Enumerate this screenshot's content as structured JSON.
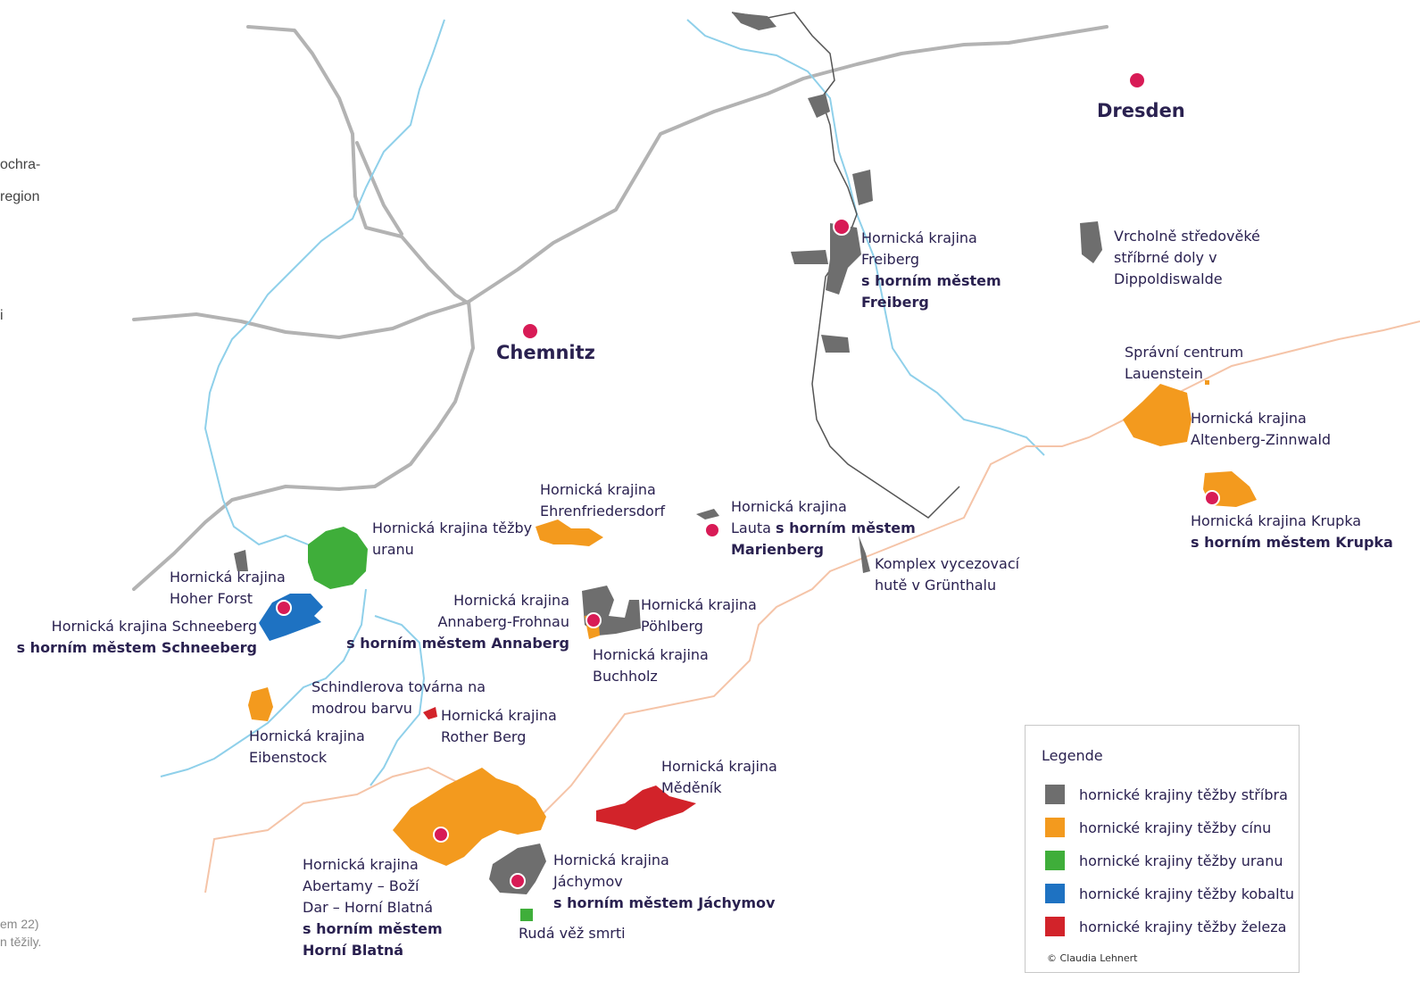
{
  "side_text": [
    "ochra-",
    "region",
    "i"
  ],
  "footer": [
    "em 22)",
    "n těžily."
  ],
  "cities": {
    "dresden": "Dresden",
    "chemnitz": "Chemnitz"
  },
  "labels": {
    "freiberg": [
      "Hornická krajina",
      "Freiberg",
      "s horním městem",
      "Freiberg"
    ],
    "dippoldiswalde": [
      "Vrcholně středověké",
      "stříbrné doly v",
      "Dippoldiswalde"
    ],
    "lauenstein": [
      "Správní centrum",
      "Lauenstein"
    ],
    "altenberg": [
      "Hornická krajina",
      "Altenberg-Zinnwald"
    ],
    "krupka": [
      "Hornická krajina Krupka",
      "s horním městem Krupka"
    ],
    "ehrenfriedersdorf": [
      "Hornická krajina",
      "Ehrenfriedersdorf"
    ],
    "lauta": [
      "Hornická krajina",
      "Lauta ",
      "s horním městem",
      "Marienberg"
    ],
    "gruenthal": [
      "Komplex vycezovací",
      "hutě v Grünthalu"
    ],
    "uran": [
      "Hornická krajina těžby",
      "uranu"
    ],
    "hoher_forst": [
      "Hornická krajina",
      "Hoher Forst"
    ],
    "schneeberg": [
      "Hornická krajina Schneeberg",
      "s horním městem Schneeberg"
    ],
    "annaberg": [
      "Hornická krajina",
      "Annaberg-Frohnau",
      "s horním městem Annaberg"
    ],
    "poehlberg": [
      "Hornická krajina",
      "Pöhlberg"
    ],
    "buchholz": [
      "Hornická krajina",
      "Buchholz"
    ],
    "schindler": [
      "Schindlerova továrna na",
      "modrou barvu"
    ],
    "rother_berg": [
      "Hornická krajina",
      "Rother Berg"
    ],
    "eibenstock": [
      "Hornická krajina",
      "Eibenstock"
    ],
    "mednik": [
      "Hornická krajina",
      "Měděník"
    ],
    "abertamy": [
      "Hornická krajina",
      "Abertamy – Boží",
      "Dar – Horní Blatná",
      "s horním městem",
      "Horní Blatná"
    ],
    "jachymov": [
      "Hornická krajina",
      "Jáchymov",
      "s horním městem Jáchymov"
    ],
    "ruda_vez": [
      "Rudá věž smrti"
    ]
  },
  "legend": {
    "title": "Legende",
    "items": [
      {
        "label": "hornické krajiny těžby stříbra",
        "color": "#6e6e6e"
      },
      {
        "label": "hornické krajiny těžby cínu",
        "color": "#f39a1e"
      },
      {
        "label": "hornické krajiny těžby uranu",
        "color": "#3fae3a"
      },
      {
        "label": "hornické krajiny těžby kobaltu",
        "color": "#1e72c2"
      },
      {
        "label": "hornické krajiny těžby železa",
        "color": "#d2232a"
      }
    ],
    "copyright": "© Claudia Lehnert"
  },
  "colors": {
    "silver": "#6e6e6e",
    "tin": "#f39a1e",
    "uranium": "#3fae3a",
    "cobalt": "#1e72c2",
    "iron": "#d2232a",
    "marker": "#d81b56",
    "river": "#8fd0ea",
    "road": "#b3b3b3",
    "border": "#f5c4a8",
    "text": "#2a2150"
  }
}
